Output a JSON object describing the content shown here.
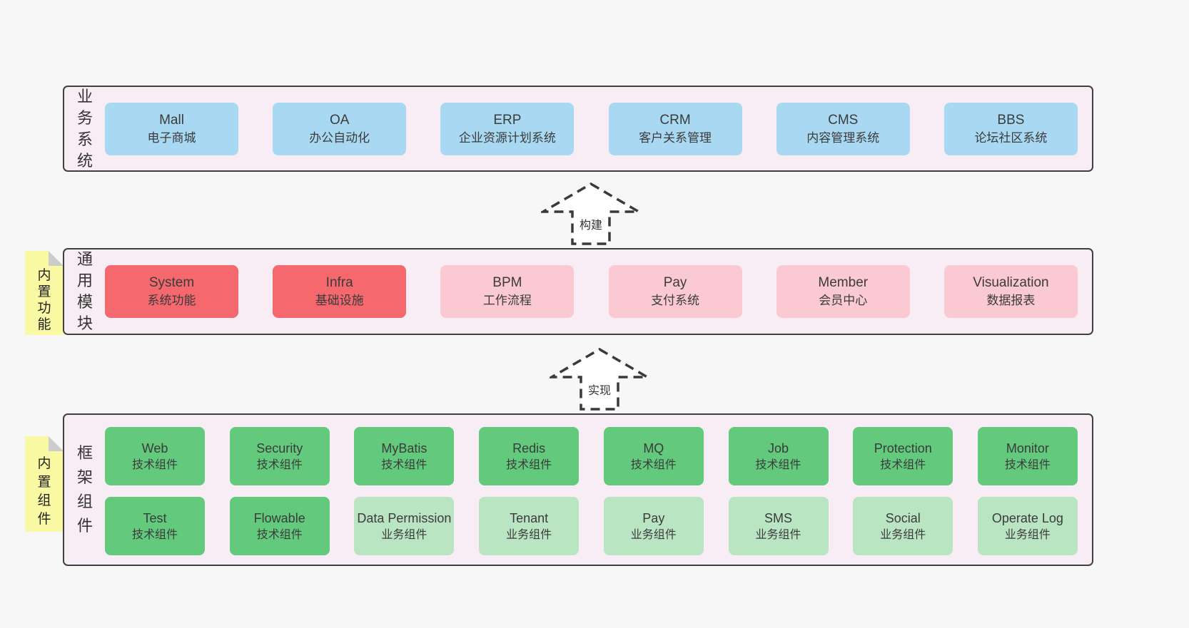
{
  "colors": {
    "page_bg": "#f7f7f7",
    "panel_bg": "#f8edf4",
    "panel_border": "#404040",
    "blue_box": "#a9d9f2",
    "red_box": "#f4686e",
    "pink_box": "#fbc9d2",
    "green_box": "#62c97d",
    "light_green_box": "#b9e5c2",
    "sticky_note": "#f9f9a4",
    "note_fold": "#cccccc",
    "text": "#3b3b3b"
  },
  "arrows": [
    {
      "label": "构建"
    },
    {
      "label": "实现"
    }
  ],
  "sections": [
    {
      "label": "业务系统",
      "boxes": [
        {
          "name": "Mall",
          "desc": "电子商城"
        },
        {
          "name": "OA",
          "desc": "办公自动化"
        },
        {
          "name": "ERP",
          "desc": "企业资源计划系统"
        },
        {
          "name": "CRM",
          "desc": "客户关系管理"
        },
        {
          "name": "CMS",
          "desc": "内容管理系统"
        },
        {
          "name": "BBS",
          "desc": "论坛社区系统"
        }
      ]
    },
    {
      "label": "通用模块",
      "note": "内置功能",
      "boxes": [
        {
          "name": "System",
          "desc": "系统功能"
        },
        {
          "name": "Infra",
          "desc": "基础设施"
        },
        {
          "name": "BPM",
          "desc": "工作流程"
        },
        {
          "name": "Pay",
          "desc": "支付系统"
        },
        {
          "name": "Member",
          "desc": "会员中心"
        },
        {
          "name": "Visualization",
          "desc": "数据报表"
        }
      ]
    },
    {
      "label": "框架组件",
      "note": "内置组件",
      "rows": [
        [
          {
            "name": "Web",
            "desc": "技术组件"
          },
          {
            "name": "Security",
            "desc": "技术组件"
          },
          {
            "name": "MyBatis",
            "desc": "技术组件"
          },
          {
            "name": "Redis",
            "desc": "技术组件"
          },
          {
            "name": "MQ",
            "desc": "技术组件"
          },
          {
            "name": "Job",
            "desc": "技术组件"
          },
          {
            "name": "Protection",
            "desc": "技术组件"
          },
          {
            "name": "Monitor",
            "desc": "技术组件"
          }
        ],
        [
          {
            "name": "Test",
            "desc": "技术组件"
          },
          {
            "name": "Flowable",
            "desc": "技术组件"
          },
          {
            "name": "Data Permission",
            "desc": "业务组件"
          },
          {
            "name": "Tenant",
            "desc": "业务组件"
          },
          {
            "name": "Pay",
            "desc": "业务组件"
          },
          {
            "name": "SMS",
            "desc": "业务组件"
          },
          {
            "name": "Social",
            "desc": "业务组件"
          },
          {
            "name": "Operate Log",
            "desc": "业务组件"
          }
        ]
      ]
    }
  ]
}
